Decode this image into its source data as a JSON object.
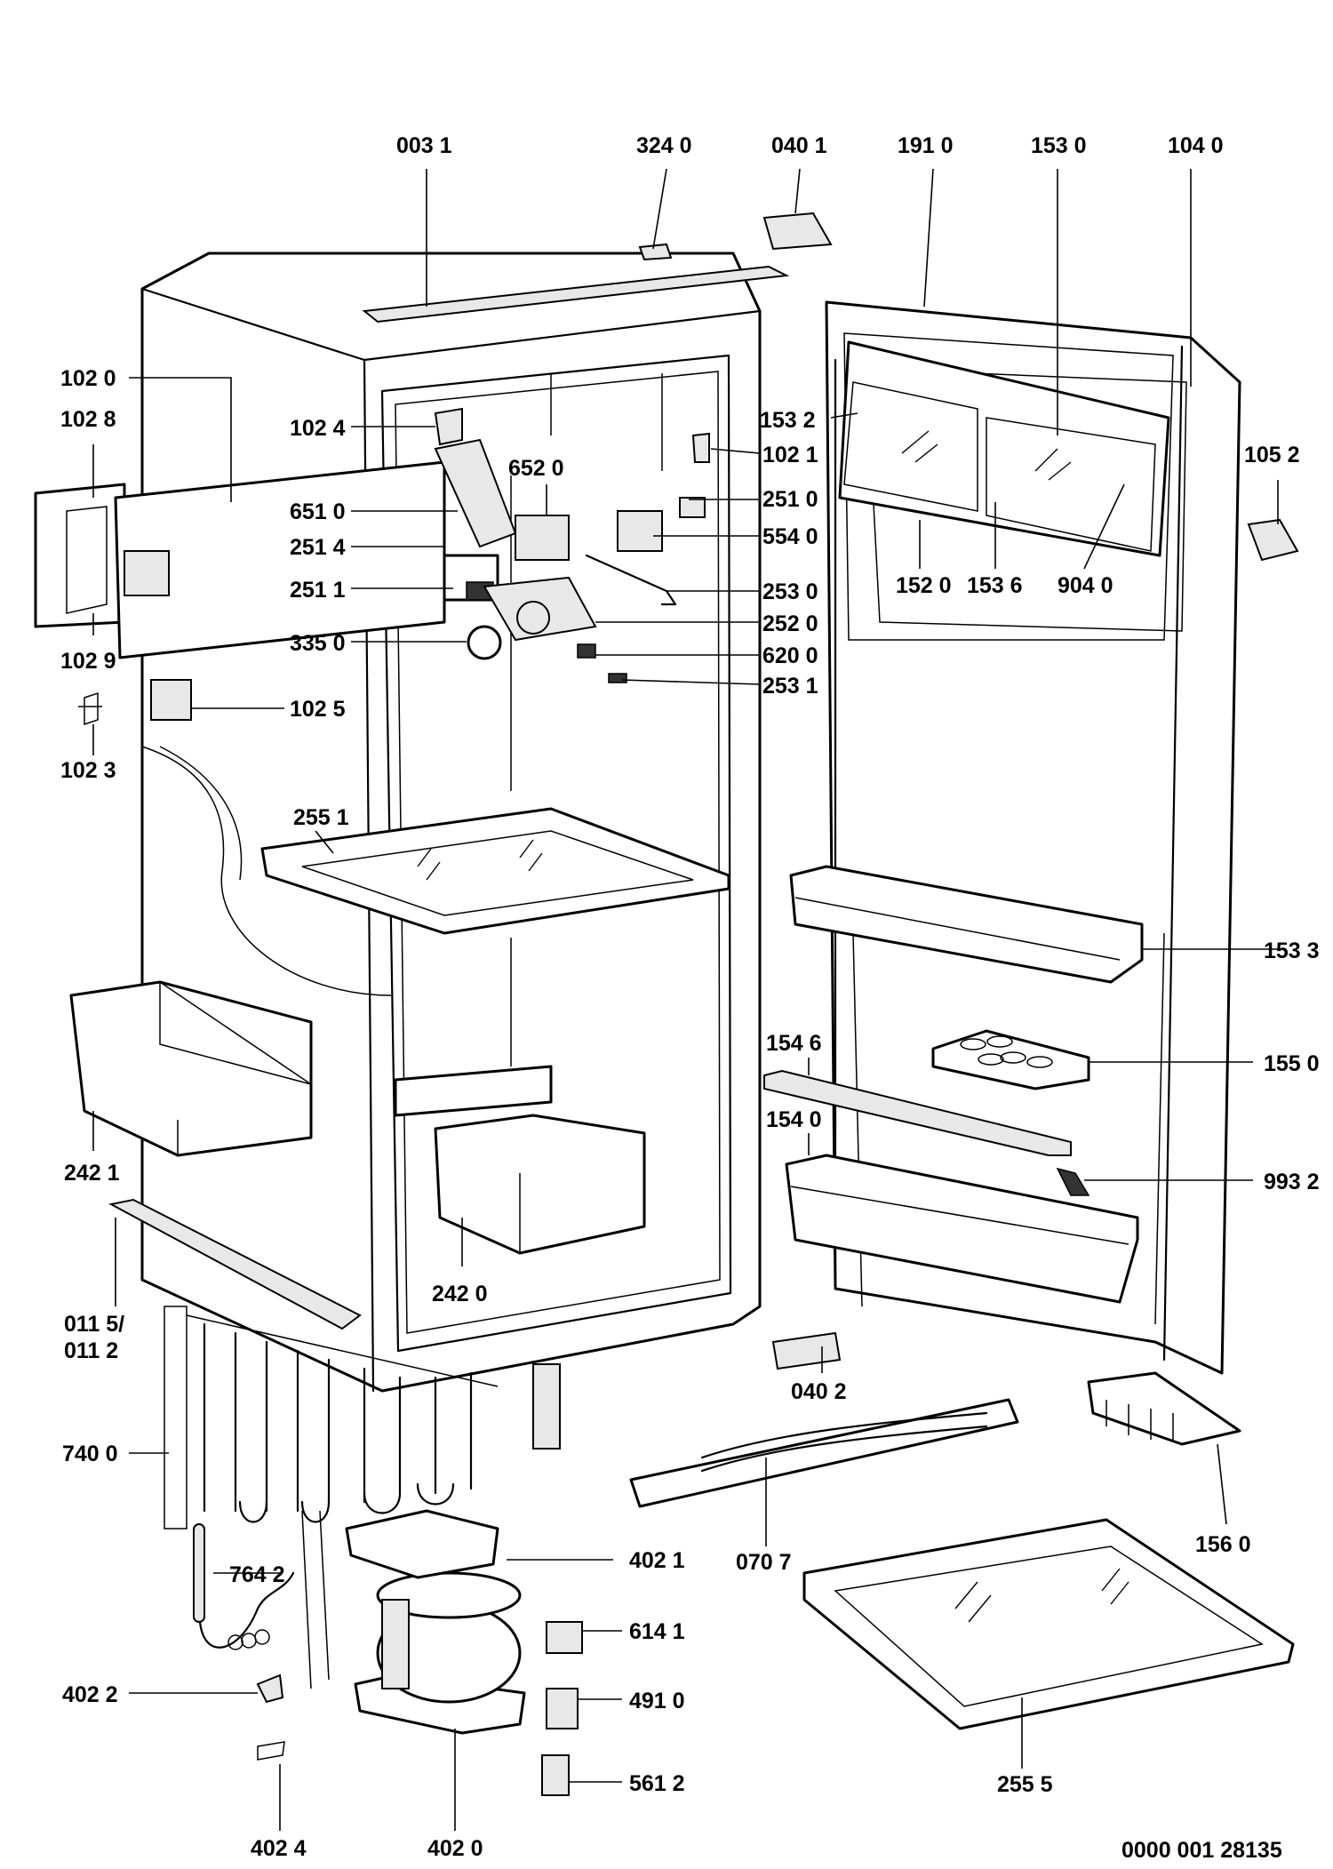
{
  "labels": {
    "p0031": "003 1",
    "p3240": "324 0",
    "p0401": "040 1",
    "p1910": "191 0",
    "p1530": "153 0",
    "p1040": "104 0",
    "p1020": "102 0",
    "p1028": "102 8",
    "p1024": "102 4",
    "p6520": "652 0",
    "p1532": "153 2",
    "p1021": "102 1",
    "p1052": "105 2",
    "p6510": "651 0",
    "p2510": "251 0",
    "p2514": "251 4",
    "p5540": "554 0",
    "p1520": "152 0",
    "p1536": "153 6",
    "p9040": "904 0",
    "p2511": "251 1",
    "p2530": "253 0",
    "p2520": "252 0",
    "p1029": "102 9",
    "p3350": "335 0",
    "p6200": "620 0",
    "p2531": "253 1",
    "p1025": "102 5",
    "p1023": "102 3",
    "p2551": "255 1",
    "p1533": "153 3",
    "p1546": "154 6",
    "p1550": "155 0",
    "p1540": "154 0",
    "p2421": "242 1",
    "p9932": "993 2",
    "p2420": "242 0",
    "p0115": "011 5/",
    "p0112": "011 2",
    "p0402": "040 2",
    "p7400": "740 0",
    "p1560": "156 0",
    "p4021": "402 1",
    "p0707": "070 7",
    "p7642": "764 2",
    "p6141": "614 1",
    "p4022": "402 2",
    "p4910": "491 0",
    "p2555": "255 5",
    "p5612": "561 2",
    "p4024": "402 4",
    "p4020": "402 0",
    "docnum": "0000 001 28135"
  }
}
